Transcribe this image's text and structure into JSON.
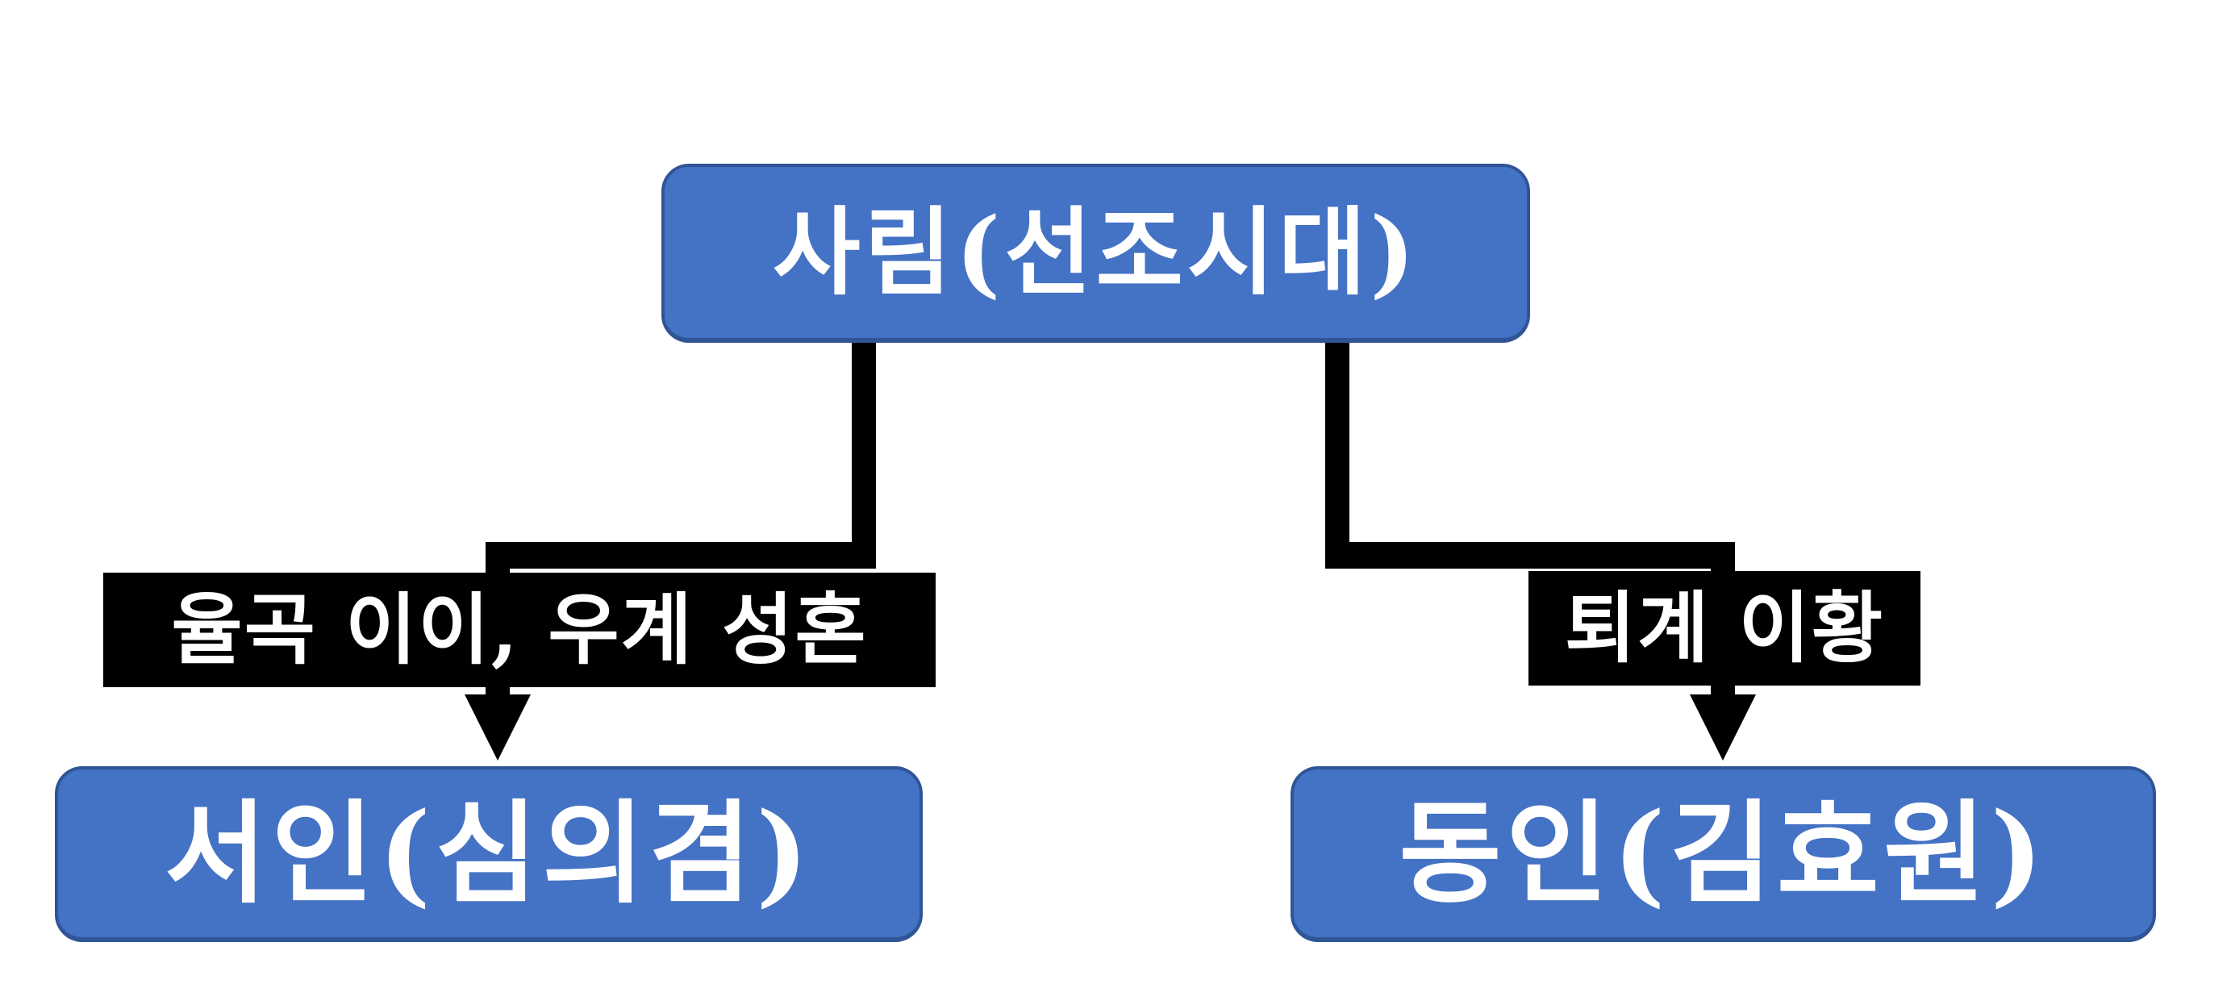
{
  "diagram": {
    "type": "flowchart",
    "root": {
      "label": "사림(선조시대)"
    },
    "branches": [
      {
        "edge_label": "율곡 이이, 우계 성혼",
        "target": "서인(심의겸)"
      },
      {
        "edge_label": "퇴계 이황",
        "target": "동인(김효원)"
      }
    ]
  },
  "colors": {
    "node_fill": "#4472C4",
    "node_border": "#2F5597",
    "connector": "#000000",
    "edge_label_bg": "#000000",
    "text": "#FFFFFF",
    "background": "#FFFFFF"
  }
}
